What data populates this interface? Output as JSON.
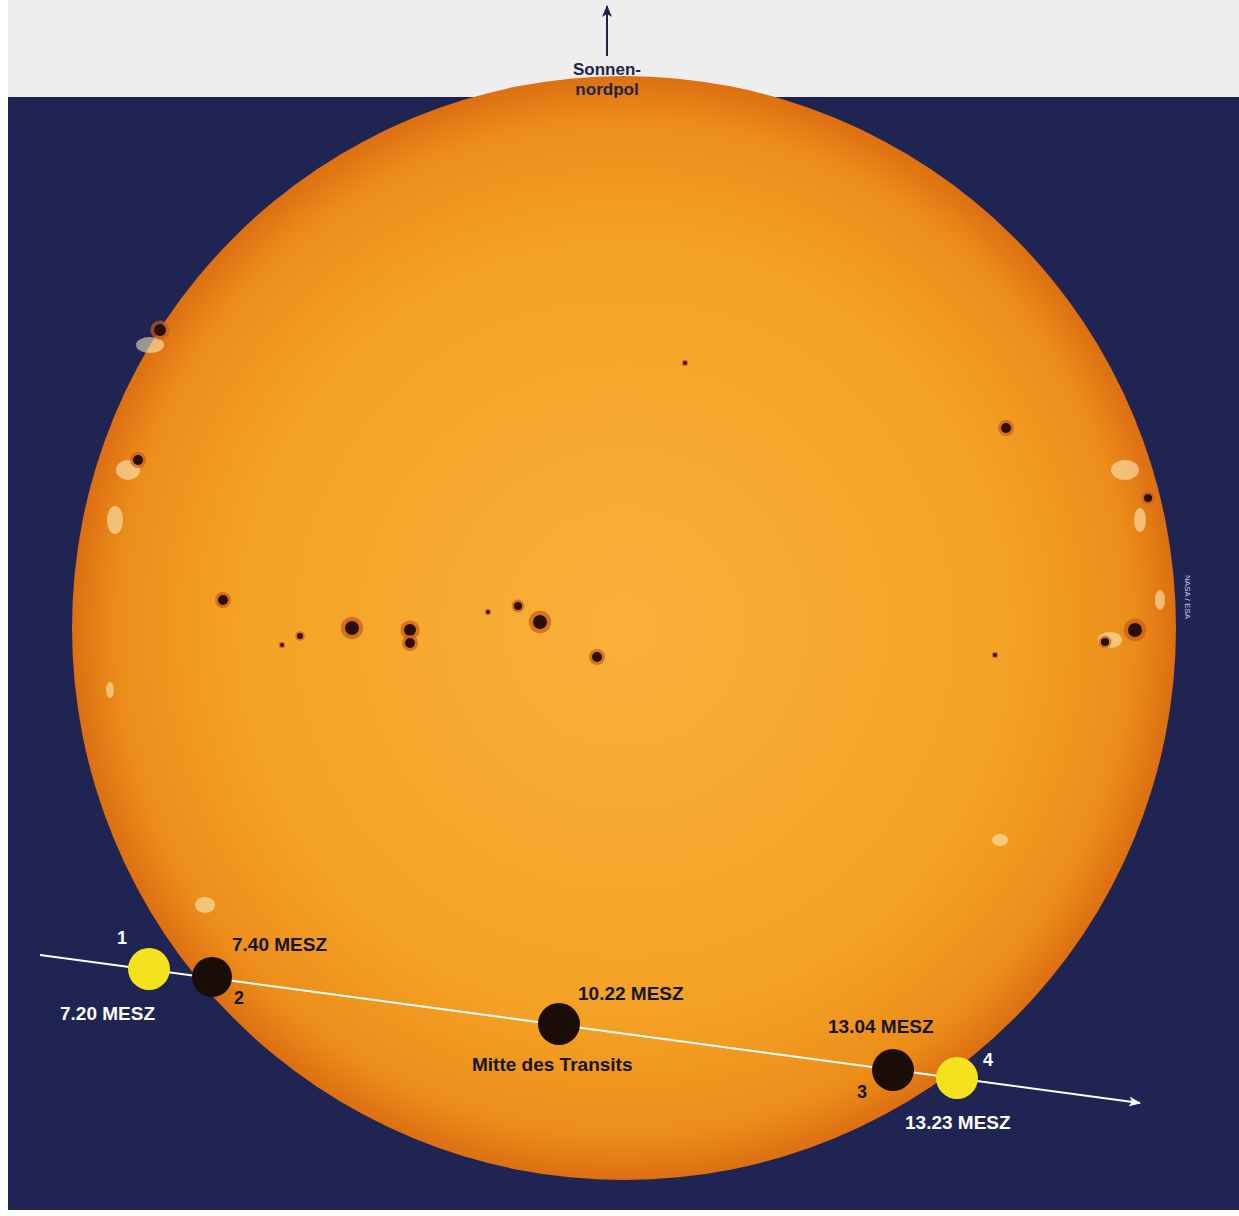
{
  "diagram": {
    "labels": [
      "Sonnen- nordpol",
      "1",
      "7.40 MESZ",
      "7.20 MESZ",
      "2",
      "10.22 MESZ",
      "Mitte des Transits",
      "13.04 MESZ",
      "4",
      "3",
      "13.23 MESZ",
      "NASA / ESA"
    ]
  }
}
